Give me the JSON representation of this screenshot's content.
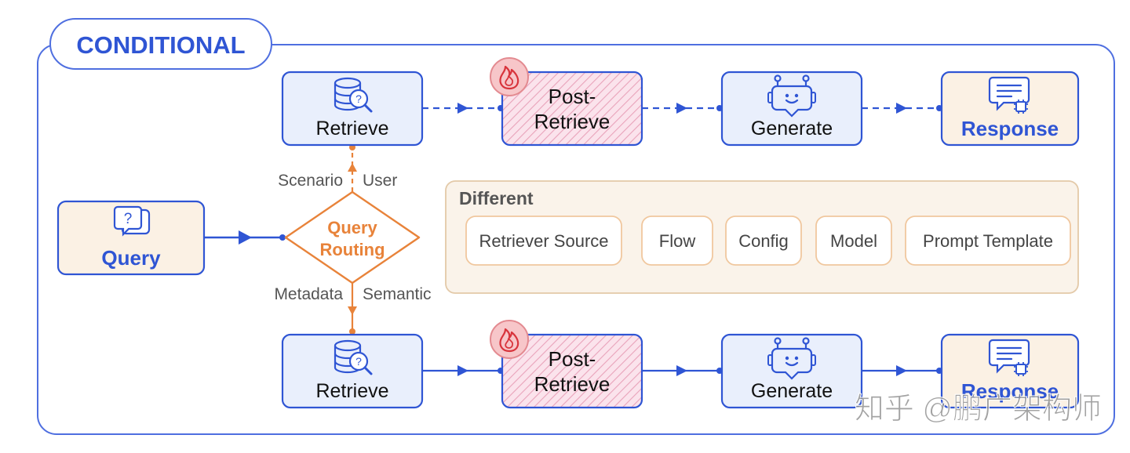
{
  "title": "CONDITIONAL",
  "query": {
    "label": "Query",
    "icon": "question-chat-icon"
  },
  "router": {
    "line1": "Query",
    "line2": "Routing"
  },
  "edges": {
    "up_left": "Scenario",
    "up_right": "User",
    "down_left": "Metadata",
    "down_right": "Semantic"
  },
  "top_flow": {
    "retrieve": "Retrieve",
    "post_line1": "Post-",
    "post_line2": "Retrieve",
    "generate": "Generate",
    "response": "Response",
    "connector_style": "dashed"
  },
  "bottom_flow": {
    "retrieve": "Retrieve",
    "post_line1": "Post-",
    "post_line2": "Retrieve",
    "generate": "Generate",
    "response": "Response",
    "connector_style": "solid"
  },
  "different": {
    "label": "Different",
    "items": [
      "Retriever Source",
      "Flow",
      "Config",
      "Model",
      "Prompt Template"
    ]
  },
  "icons": {
    "retrieve": "database-search-icon",
    "post_retrieve": "fire-icon",
    "generate": "robot-icon",
    "response": "chat-document-icon"
  },
  "colors": {
    "primary": "#2f55d4",
    "accent": "#e8833a",
    "node_fill": "#e9effc",
    "response_fill": "#fbf1e4",
    "post_fill": "#fbe3ec",
    "fire": "#d8343c",
    "panel_fill": "#faf3ea"
  },
  "watermark": "知乎 @鹏广架构师"
}
